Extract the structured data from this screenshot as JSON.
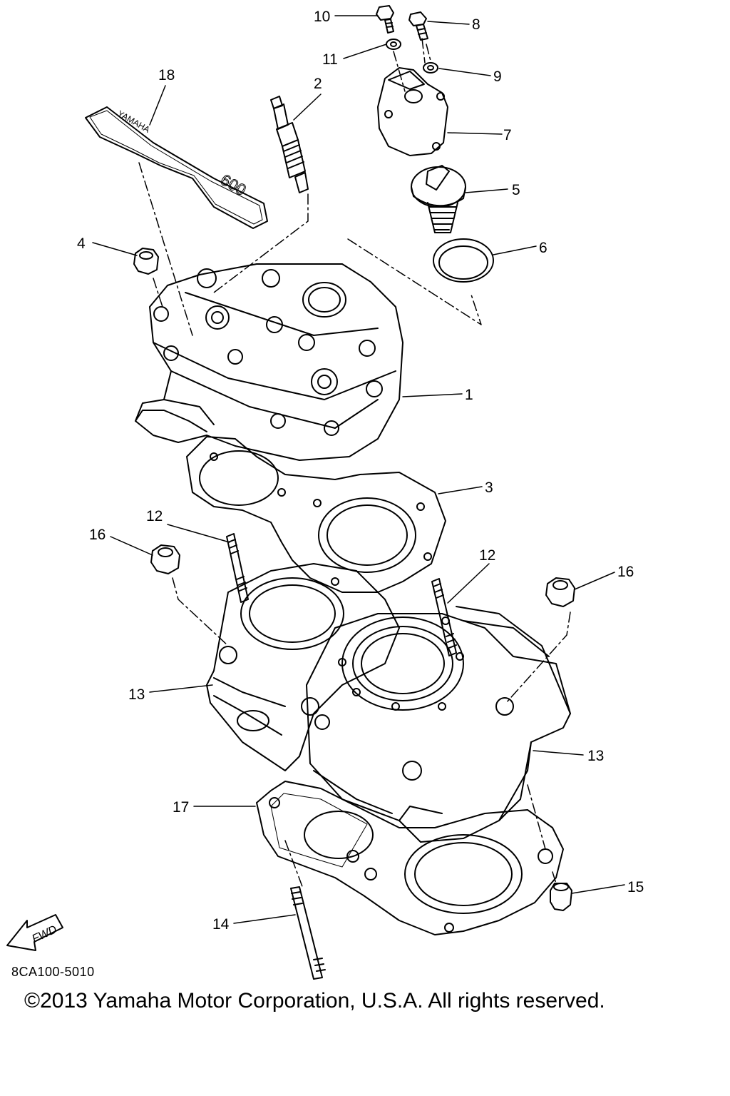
{
  "callouts": {
    "c1": "1",
    "c2": "2",
    "c3": "3",
    "c4": "4",
    "c5": "5",
    "c6": "6",
    "c7": "7",
    "c8": "8",
    "c9": "9",
    "c10": "10",
    "c11": "11",
    "c12a": "12",
    "c12b": "12",
    "c13a": "13",
    "c13b": "13",
    "c14": "14",
    "c15": "15",
    "c16a": "16",
    "c16b": "16",
    "c17": "17",
    "c18": "18"
  },
  "nameplate_text": "YAMAHA",
  "nameplate_model": "600",
  "fwd_label": "FWD",
  "drawing_code": "8CA100-5010",
  "copyright": "©2013 Yamaha Motor Corporation, U.S.A. All rights reserved."
}
